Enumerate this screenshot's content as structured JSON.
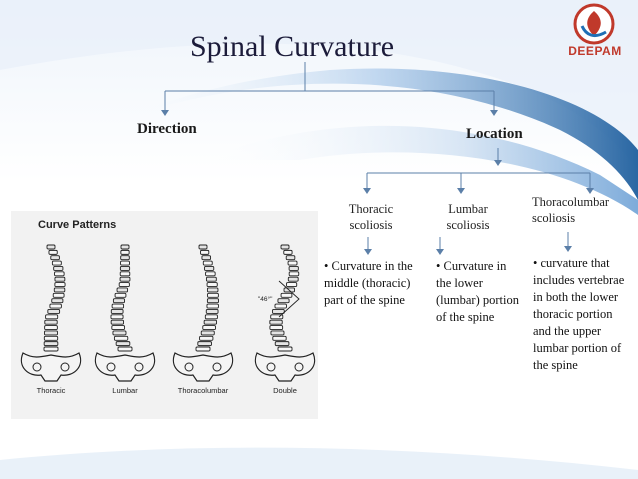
{
  "slide": {
    "title": "Spinal Curvature",
    "direction_label": "Direction",
    "location_label": "Location",
    "brand": "DEEPAM"
  },
  "types": [
    {
      "name": "Thoracic scoliosis",
      "description": "• Curvature in the middle (thoracic) part of the spine"
    },
    {
      "name": "Lumbar scoliosis",
      "description": "• Curvature in the lower (lumbar) portion of the spine"
    },
    {
      "name": "Thoracolumbar scoliosis",
      "description": "• curvature that includes vertebrae in both the lower thoracic portion and the upper lumbar portion of the spine"
    }
  ],
  "figure": {
    "heading": "Curve Patterns",
    "angle": "\"46°\"",
    "labels": [
      "Thoracic",
      "Lumbar",
      "Thoracolumbar",
      "Double"
    ]
  },
  "colors": {
    "connector": "#5b7fa8",
    "swoosh_dark": "#1f5f9e",
    "swoosh_light": "#cfe0f2",
    "logo_red": "#c0392b",
    "logo_blue": "#1f6fb5"
  }
}
